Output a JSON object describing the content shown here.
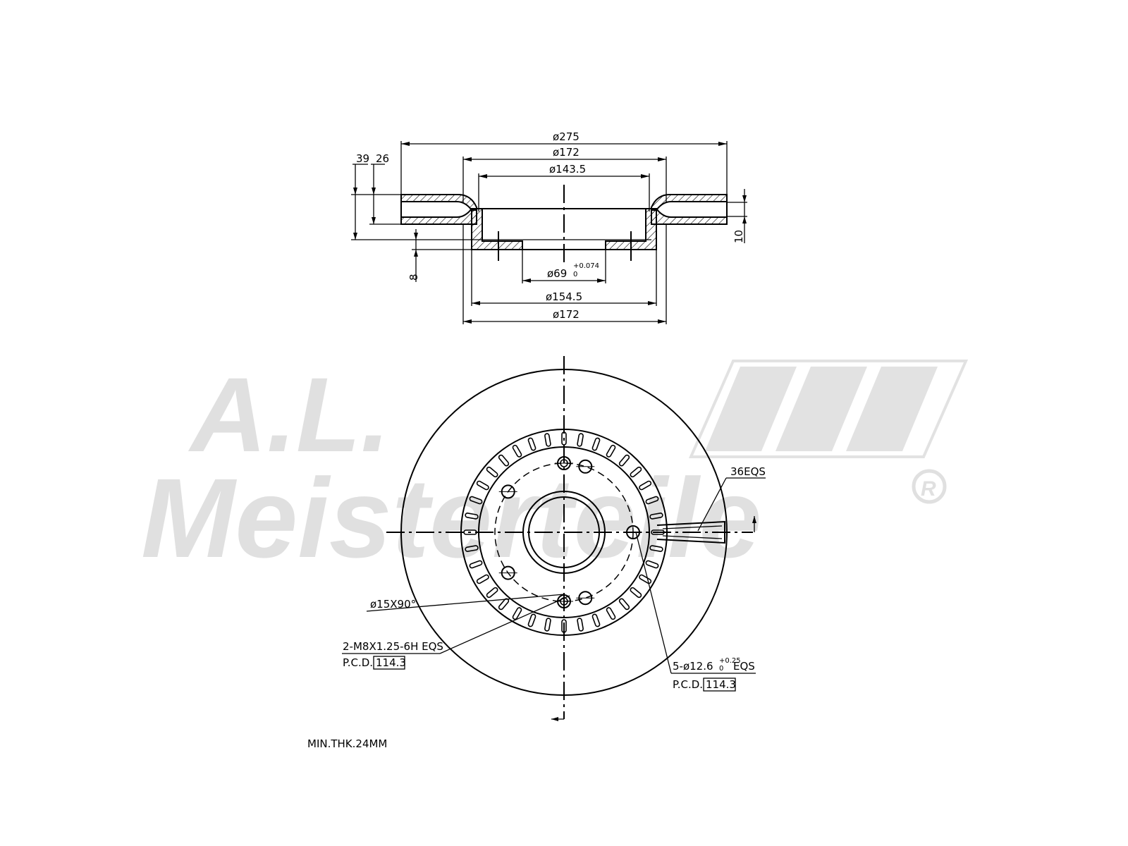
{
  "watermark": {
    "brand_top": "A.L.",
    "brand_main": "Meisterteile",
    "registered": "R",
    "color": "#e0e0e0"
  },
  "side_view": {
    "dim_outer_diameter": "ø275",
    "dim_hat_diameter_top": "ø172",
    "dim_inner_diameter": "ø143.5",
    "dim_total_height": "39",
    "dim_hat_height": "26",
    "dim_disc_thickness_label": "10",
    "dim_flange": "8",
    "dim_center_bore": "ø69",
    "dim_center_bore_tol_upper": "+0.074",
    "dim_center_bore_tol_lower": "0",
    "dim_mid_diameter": "ø154.5",
    "dim_hat_diameter_bottom": "ø172"
  },
  "front_view": {
    "label_abs_teeth": "36EQS",
    "label_countersink": "ø15X90°",
    "label_thread_holes": "2-M8X1.25-6H EQS",
    "label_pcd_prefix_left": "P.C.D.",
    "label_pcd_value_left": "114.3",
    "label_bolt_holes_prefix": "5-ø12.6",
    "label_bolt_holes_tol_upper": "+0.25",
    "label_bolt_holes_tol_lower": "0",
    "label_bolt_holes_suffix": "EQS",
    "label_pcd_prefix_right": "P.C.D.",
    "label_pcd_value_right": "114.3",
    "abs_tooth_count": 36
  },
  "notes": {
    "min_thickness": "MIN.THK.24MM"
  }
}
